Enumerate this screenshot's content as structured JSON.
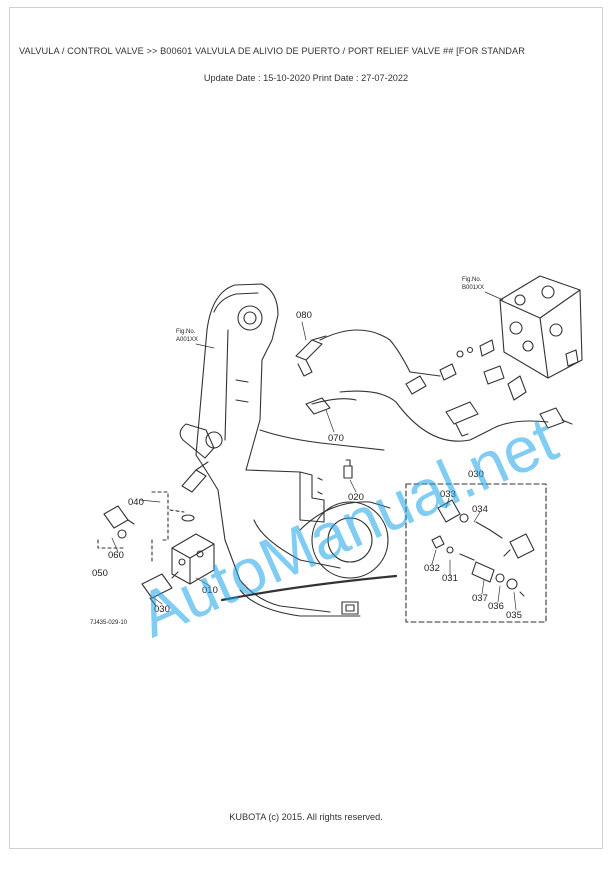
{
  "header": {
    "title": "VALVULA / CONTROL VALVE >> B00601   VALVULA DE ALIVIO DE PUERTO / PORT RELIEF VALVE ## [FOR STANDAR",
    "dates": "Update Date : 15-10-2020   Print Date : 27-07-2022"
  },
  "diagram": {
    "fig_refs": [
      {
        "line1": "Fig.No.",
        "line2": "A001XX"
      },
      {
        "line1": "Fig.No.",
        "line2": "B001XX"
      }
    ],
    "parts": {
      "p080": "080",
      "p070": "070",
      "p020": "020",
      "p040": "040",
      "p060": "060",
      "p050": "050",
      "p010": "010",
      "p030a": "030",
      "p030b": "030",
      "p033": "033",
      "p034": "034",
      "p032": "032",
      "p031": "031",
      "p037": "037",
      "p036": "036",
      "p035": "035"
    },
    "drawing_code": "7J435-029-10",
    "watermark": "AutoManual.net"
  },
  "footer": {
    "copyright": "KUBOTA (c) 2015. All rights reserved."
  }
}
